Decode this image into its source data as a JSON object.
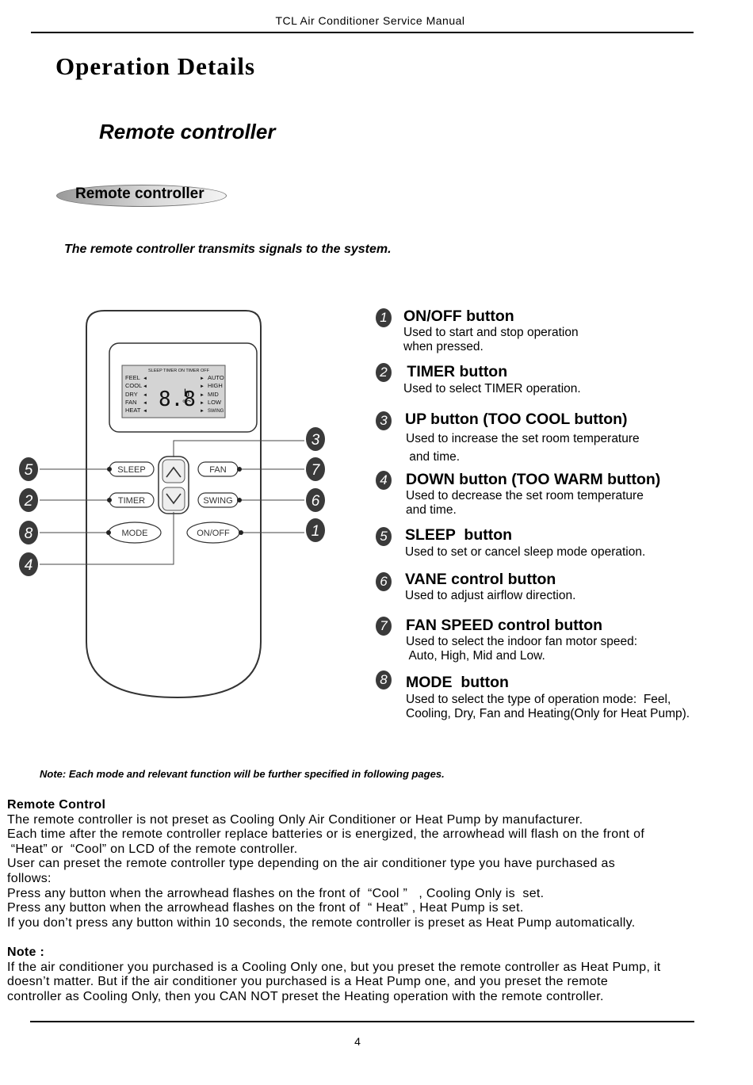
{
  "header": {
    "title": "TCL Air Conditioner Service Manual"
  },
  "section_title": "Operation Details",
  "subsection_title": "Remote controller",
  "pill_label": "Remote controller",
  "intro": "The remote controller transmits signals  to the system.",
  "remote": {
    "lcd_top_labels": "SLEEP   TIMER ON  TIMER OFF",
    "lcd_left": [
      "FEEL",
      "COOL",
      "DRY",
      "FAN",
      "HEAT"
    ],
    "lcd_right": [
      "AUTO",
      "HIGH",
      "MID",
      "LOW",
      "SWING"
    ],
    "lcd_digits": "8.8",
    "lcd_h": "h",
    "lcd_c": "°C",
    "buttons": {
      "sleep": "SLEEP",
      "fan": "FAN",
      "timer": "TIMER",
      "swing": "SWING",
      "mode": "MODE",
      "onoff": "ON/OFF"
    },
    "callouts": {
      "left_sleep": "5",
      "left_timer": "2",
      "left_mode": "8",
      "left_down": "4",
      "right_up": "3",
      "right_fan": "7",
      "right_swing": "6",
      "right_onoff": "1"
    }
  },
  "items": [
    {
      "num": "1",
      "title": "ON/OFF button",
      "desc": [
        "Used to start and stop operation",
        "when pressed."
      ]
    },
    {
      "num": "2",
      "title": " TIMER button",
      "desc": [
        "Used to select TIMER operation."
      ]
    },
    {
      "num": "3",
      "title": "UP button (TOO COOL button)",
      "desc": [
        "Used to increase the set room temperature",
        " and time."
      ]
    },
    {
      "num": "4",
      "title": "DOWN button (TOO WARM button)",
      "desc": [
        "Used to decrease the set room temperature",
        "and time."
      ]
    },
    {
      "num": "5",
      "title": "SLEEP  button",
      "desc": [
        "Used to set or cancel sleep mode operation."
      ]
    },
    {
      "num": "6",
      "title": "VANE control button",
      "desc": [
        "Used to adjust airflow direction."
      ]
    },
    {
      "num": "7",
      "title": "FAN SPEED control button",
      "desc": [
        "Used to select the indoor fan motor speed:",
        " Auto, High, Mid and Low."
      ]
    },
    {
      "num": "8",
      "title": "MODE  button",
      "desc": [
        "Used to select the type of operation mode:  Feel,",
        "Cooling, Dry, Fan and Heating(Only for Heat Pump)."
      ]
    }
  ],
  "note": "Note: Each mode and relevant function will be further specified in following pages.",
  "remote_control": {
    "heading": "Remote Control",
    "lines": [
      "The remote controller is not  preset as Cooling Only Air Conditioner or Heat Pump by manufacturer.",
      "Each time after the remote controller replace batteries or is energized, the  arrowhead will flash on the front of",
      " “Heat” or  “Cool” on LCD of the remote controller.",
      "User can preset the remote controller type depending on the air conditioner type you have purchased as",
      "follows:",
      "Press any button when the arrowhead flashes on the front of  “Cool ”   , Cooling Only is  set.",
      "Press any button when the arrowhead flashes on the front of  “ Heat” , Heat Pump is set.",
      "If you don’t press  any button within 10 seconds, the remote controller is preset as Heat Pump automatically."
    ],
    "note_heading": "Note :",
    "note_lines": [
      "If the air conditioner you purchased is a Cooling Only one, but you preset  the remote controller as Heat Pump, it",
      "doesn’t  matter. But if the air conditioner you purchased is a  Heat Pump one, and you preset the remote",
      "controller  as Cooling Only, then you CAN NOT preset the Heating operation with the remote controller."
    ]
  },
  "page_number": "4"
}
